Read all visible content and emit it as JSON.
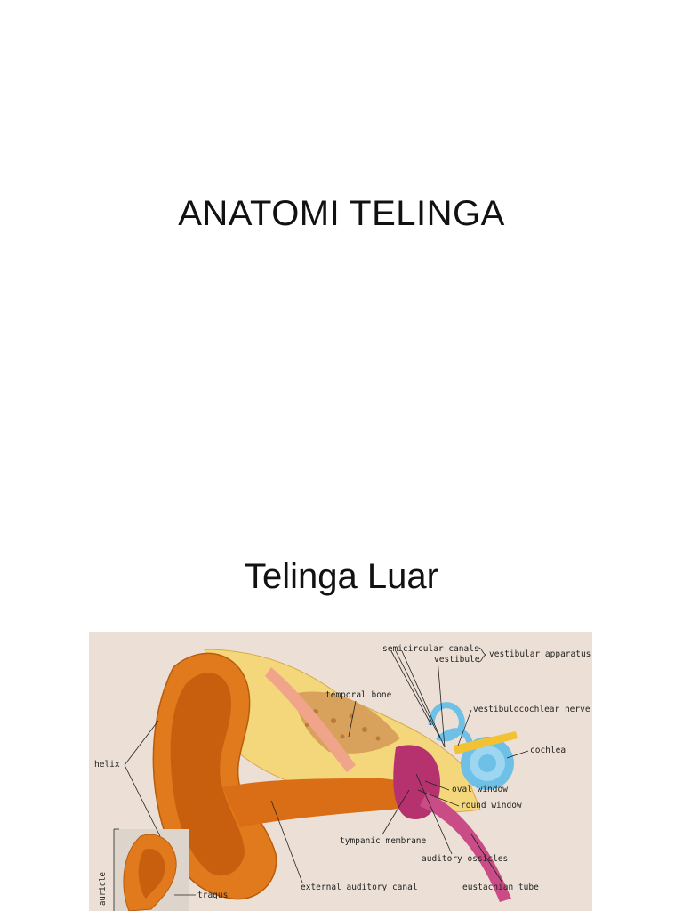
{
  "slides": {
    "title": "ANATOMI TELINGA",
    "subtitle": "Telinga Luar"
  },
  "figure": {
    "labels": {
      "semicircular_canals": "semicircular canals",
      "vestibule": "vestibule",
      "vestibular_apparatus": "vestibular apparatus",
      "temporal_bone": "temporal bone",
      "vestibulocochlear_nerve": "vestibulocochlear nerve",
      "cochlea": "cochlea",
      "helix": "helix",
      "oval_window": "oval window",
      "round_window": "round window",
      "tympanic_membrane": "tympanic membrane",
      "auditory_ossicles": "auditory ossicles",
      "external_auditory_canal": "external auditory canal",
      "eustachian_tube": "eustachian tube",
      "auricle": "auricle",
      "tragus": "tragus"
    },
    "colors": {
      "background": "#ece0d6",
      "ear": "#e07a1c",
      "bone": "#f3d77a",
      "inner_ear": "#6fc0e6",
      "membrane": "#b5326e",
      "nerve": "#f2c233"
    }
  }
}
